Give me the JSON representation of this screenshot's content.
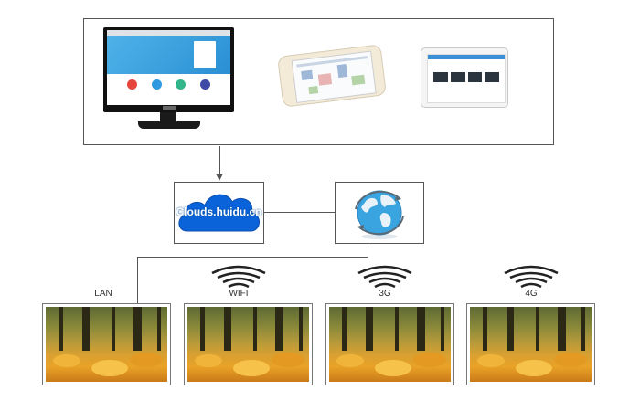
{
  "cloud": {
    "label": "Clouds.huidu.cn"
  },
  "networks": [
    {
      "label": "LAN",
      "icon": "ethernet-line"
    },
    {
      "label": "WIFI",
      "icon": "wireless-signal-icon"
    },
    {
      "label": "3G",
      "icon": "wireless-signal-icon"
    },
    {
      "label": "4G",
      "icon": "wireless-signal-icon"
    }
  ],
  "colors": {
    "line": "#555555",
    "cloud_fill": "#0a63d9",
    "cloud_text": "#ffffff",
    "globe_blue": "#3aa4e0",
    "screen_leaves": "#e9a227"
  },
  "icons": {
    "monitor": "desktop-monitor-icon",
    "phone": "smartphone-icon",
    "tablet": "tablet-icon",
    "cloud": "cloud-icon",
    "globe": "globe-icon"
  }
}
